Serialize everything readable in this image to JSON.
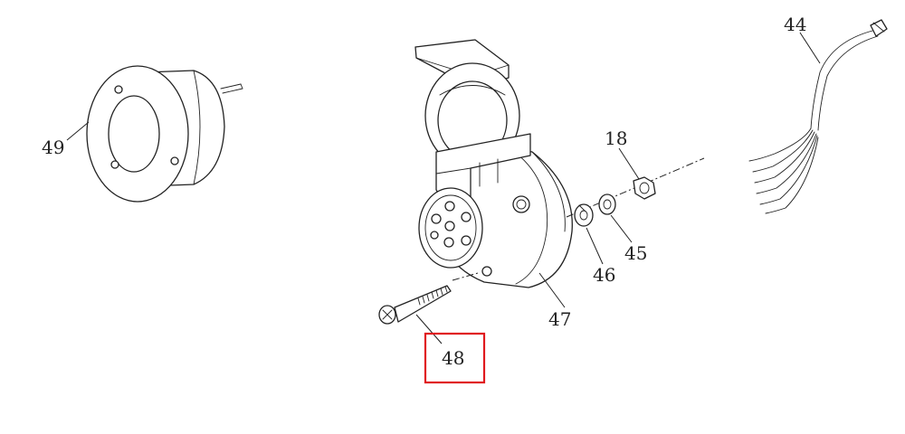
{
  "colors": {
    "line": "#222222",
    "highlight": "#e0191e",
    "background": "#ffffff"
  },
  "callouts": {
    "c44": "44",
    "c49": "49",
    "c18": "18",
    "c45": "45",
    "c46": "46",
    "c47": "47",
    "c48": "48"
  },
  "highlighted_callout": "48"
}
